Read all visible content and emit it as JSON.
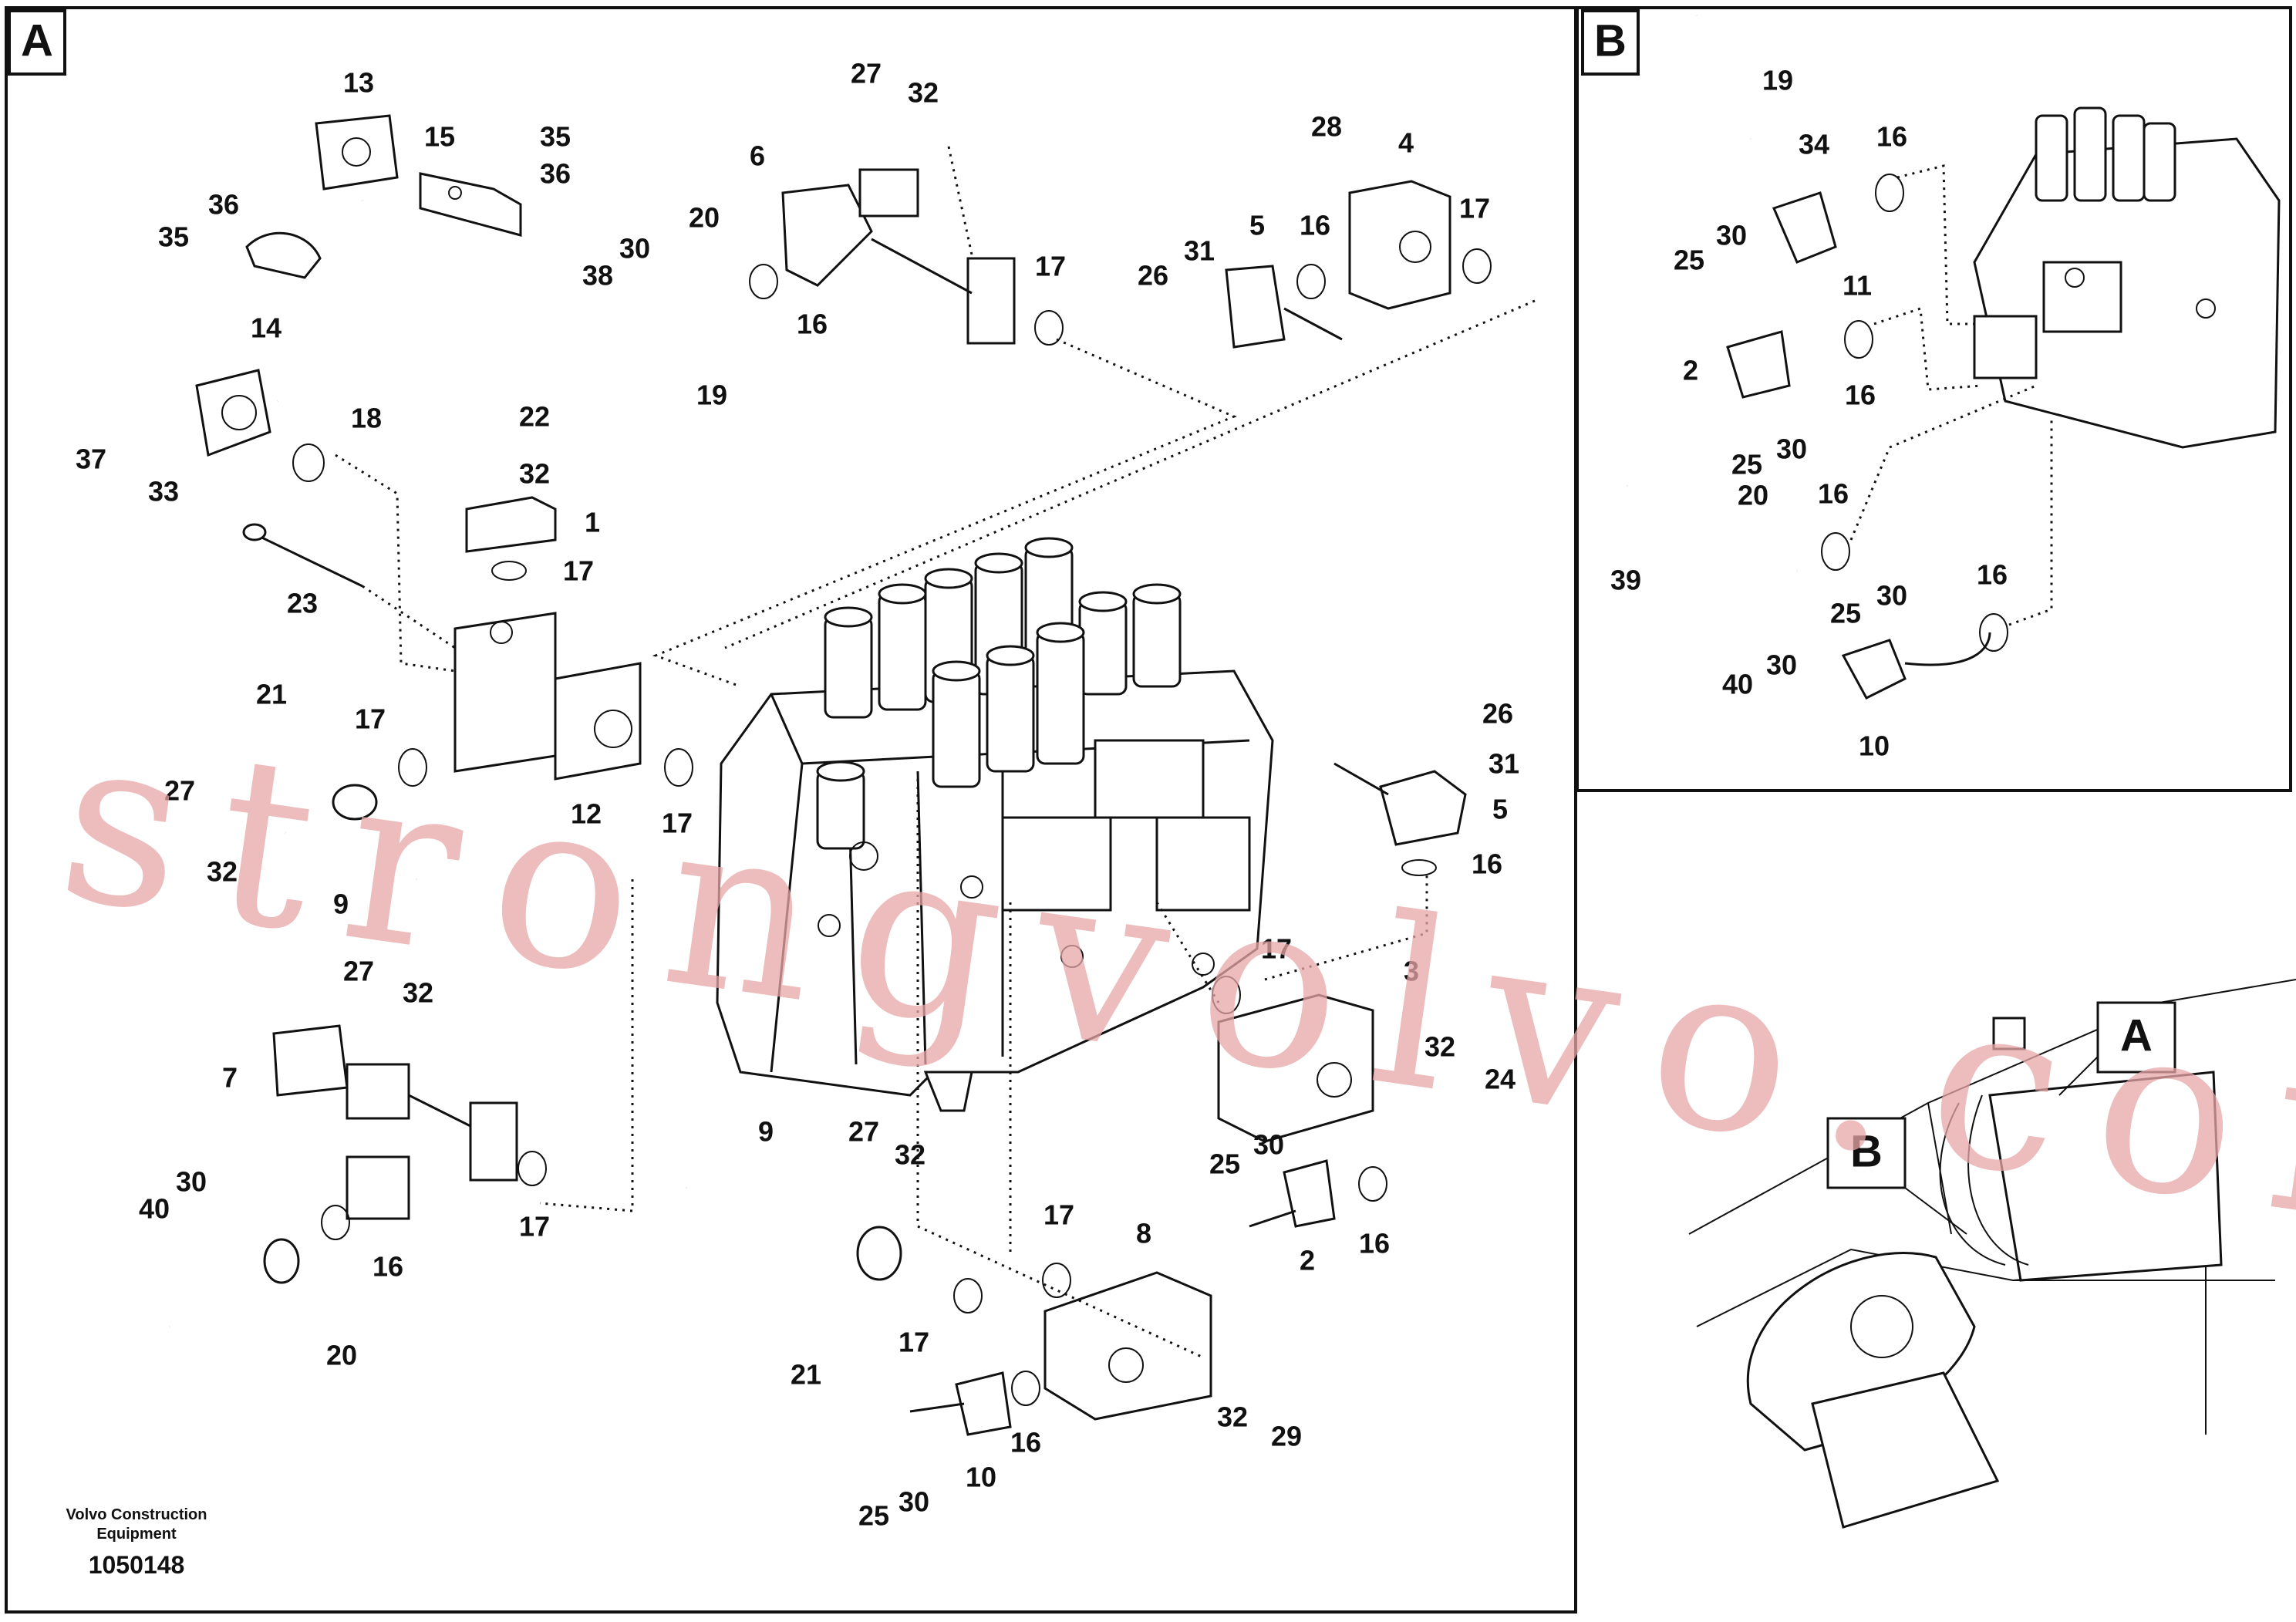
{
  "panels": {
    "a_label": "A",
    "b_label": "B"
  },
  "footer": {
    "brand_line1": "Volvo Construction",
    "brand_line2": "Equipment",
    "code": "1050148"
  },
  "watermark": "strongvolvo.com",
  "overview": {
    "callout_a": "A",
    "callout_b": "B"
  },
  "callouts_a": [
    "13",
    "15",
    "35",
    "36",
    "36",
    "35",
    "14",
    "37",
    "33",
    "18",
    "22",
    "32",
    "1",
    "17",
    "23",
    "27",
    "32",
    "6",
    "20",
    "30",
    "38",
    "16",
    "19",
    "17",
    "28",
    "4",
    "5",
    "26",
    "31",
    "16",
    "17",
    "21",
    "17",
    "27",
    "32",
    "9",
    "12",
    "17",
    "26",
    "31",
    "5",
    "16",
    "27",
    "32",
    "7",
    "17",
    "30",
    "40",
    "16",
    "20",
    "17",
    "3",
    "32",
    "24",
    "9",
    "27",
    "32",
    "17",
    "21",
    "25",
    "30",
    "2",
    "16",
    "17",
    "8",
    "16",
    "10",
    "25",
    "30",
    "32",
    "29"
  ],
  "callouts_b": [
    "19",
    "34",
    "16",
    "25",
    "30",
    "11",
    "2",
    "16",
    "25",
    "30",
    "20",
    "16",
    "39",
    "25",
    "30",
    "16",
    "40",
    "30",
    "10"
  ]
}
